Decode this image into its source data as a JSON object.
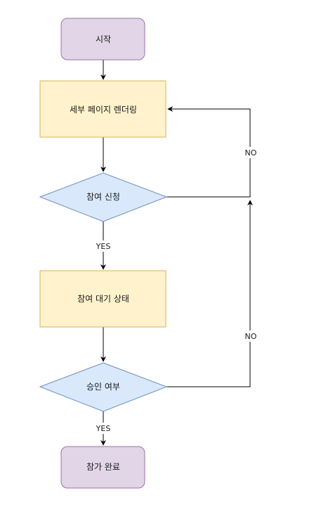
{
  "colors": {
    "terminal_fill": "#e1d5e7",
    "terminal_stroke": "#9673a6",
    "process_fill": "#fff2cc",
    "process_stroke": "#d6b656",
    "decision_fill": "#dae8fc",
    "decision_stroke": "#6c8ebf",
    "edge": "#000000"
  },
  "nodes": {
    "start": "시작",
    "render_detail": "세부 페이지 렌더링",
    "apply": "참여 신청",
    "waiting": "참여 대기 상태",
    "approval": "승인 여부",
    "done": "참가 완료"
  },
  "edges": {
    "apply_yes": "YES",
    "apply_no": "NO",
    "approval_yes": "YES",
    "approval_no": "NO"
  }
}
